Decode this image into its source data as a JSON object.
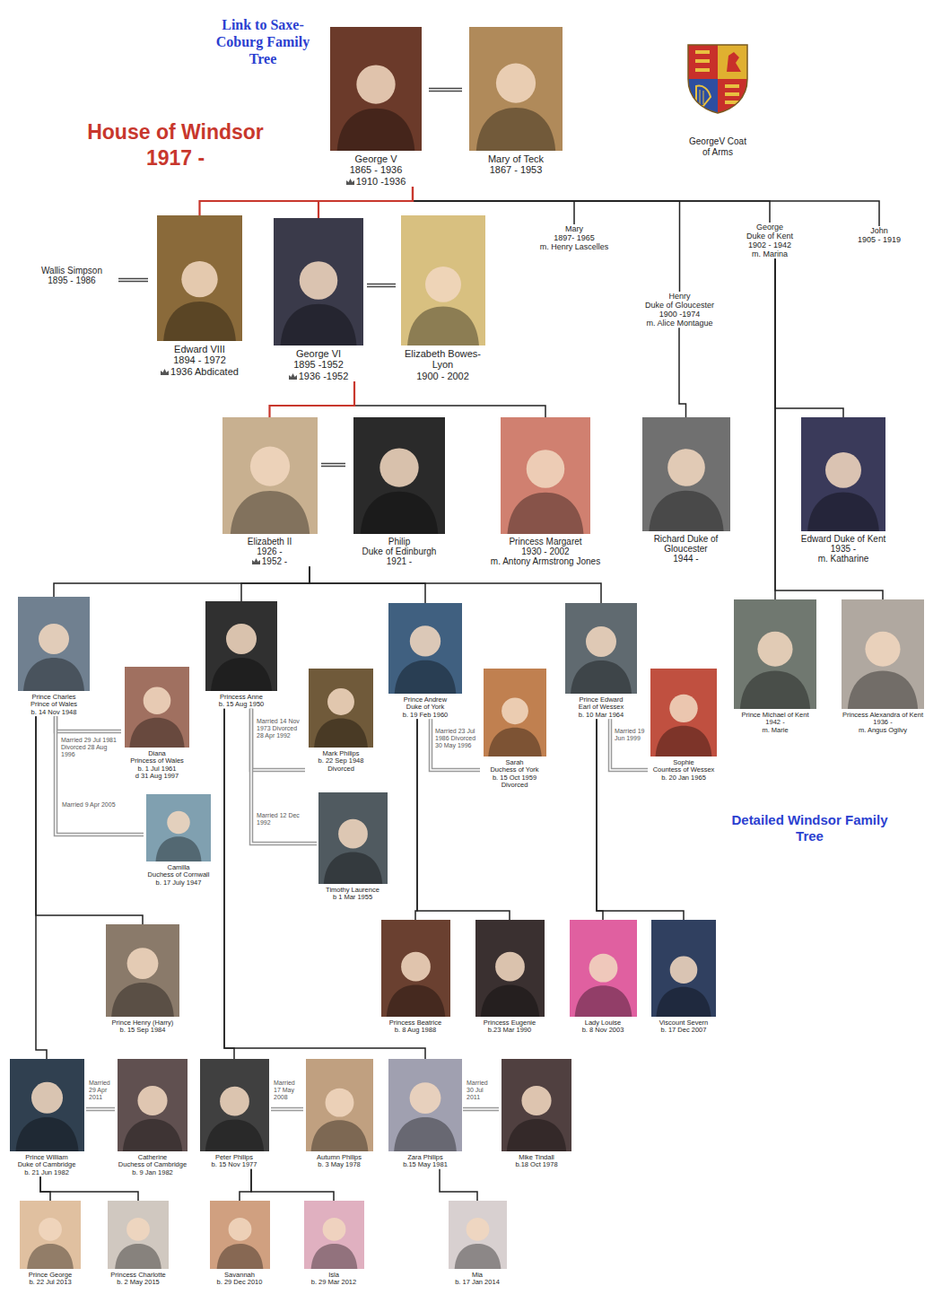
{
  "diagram": {
    "title": "House of Windsor 1917 -",
    "nodes": [
      {
        "text": [
          "George V",
          "1865 - 1936",
          "1910 -1936"
        ]
      },
      {
        "text": [
          "Mary of Teck",
          "1867 - 1953"
        ]
      },
      {
        "text": [
          "Wallis Simpson",
          "1895 - 1986"
        ]
      },
      {
        "text": [
          "Edward VIII",
          "1894 - 1972",
          "1936 Abdicated"
        ]
      },
      {
        "text": [
          "George VI",
          "1895 -1952",
          "1936 -1952"
        ]
      },
      {
        "text": [
          "Elizabeth Bowes-Lyon",
          "1900 - 2002"
        ]
      },
      {
        "text": [
          "Mary",
          "1897- 1965",
          "m. Henry Lascelles"
        ]
      },
      {
        "text": [
          "Henry",
          "Duke of Gloucester",
          "1900 -1974",
          "m. Alice Montague"
        ]
      },
      {
        "text": [
          "George",
          "Duke of Kent",
          "1902 - 1942",
          "m. Marina"
        ]
      },
      {
        "text": [
          "John",
          "1905 - 1919"
        ]
      },
      {
        "text": [
          "Elizabeth II",
          "1926 -",
          "1952 -"
        ]
      },
      {
        "text": [
          "Philip",
          "Duke of Edinburgh",
          "1921 -"
        ]
      },
      {
        "text": [
          "Princess Margaret",
          "1930 - 2002",
          "m. Antony Armstrong Jones"
        ]
      },
      {
        "text": [
          "Richard Duke of Gloucester",
          "1944 -"
        ]
      },
      {
        "text": [
          "Edward Duke of Kent",
          "1935 -",
          "m. Katharine"
        ]
      },
      {
        "text": [
          "Prince Charles",
          "Prince of Wales",
          "b. 14 Nov 1948"
        ]
      },
      {
        "text": [
          "Diana",
          "Princess of Wales",
          "b. 1 Jul 1961",
          "d 31 Aug 1997"
        ]
      },
      {
        "text": [
          "Princess Anne",
          "b. 15 Aug 1950"
        ]
      },
      {
        "text": [
          "Mark Philips",
          "b. 22 Sep 1948",
          "Divorced"
        ]
      },
      {
        "text": [
          "Prince Andrew",
          "Duke of York",
          "b. 19 Feb 1960"
        ]
      },
      {
        "text": [
          "Sarah",
          "Duchess of York",
          "b. 15 Oct 1959",
          "Divorced"
        ]
      },
      {
        "text": [
          "Prince Edward",
          "Earl of Wessex",
          "b. 10 Mar 1964"
        ]
      },
      {
        "text": [
          "Sophie",
          "Countess of Wessex",
          "b. 20 Jan 1965"
        ]
      },
      {
        "text": [
          "Prince Michael of Kent",
          "1942 -",
          "m. Marie"
        ]
      },
      {
        "text": [
          "Princess Alexandra of Kent",
          "1936 -",
          "m. Angus Ogilvy"
        ]
      },
      {
        "text": [
          "Camilla",
          "Duchess of Cornwall",
          "b. 17 July 1947"
        ]
      },
      {
        "text": [
          "Timothy Laurence",
          "b 1 Mar 1955"
        ]
      },
      {
        "text": [
          "Prince Henry (Harry)",
          "b. 15 Sep 1984"
        ]
      },
      {
        "text": [
          "Princess Beatrice",
          "b. 8 Aug 1988"
        ]
      },
      {
        "text": [
          "Princess Eugenie",
          "b.23 Mar 1990"
        ]
      },
      {
        "text": [
          "Lady Louise",
          "b. 8 Nov 2003"
        ]
      },
      {
        "text": [
          "Viscount Severn",
          "b. 17 Dec 2007"
        ]
      },
      {
        "text": [
          "Prince William",
          "Duke of Cambridge",
          "b. 21 Jun 1982"
        ]
      },
      {
        "text": [
          "Catherine",
          "Duchess of Cambridge",
          "b. 9 Jan 1982"
        ]
      },
      {
        "text": [
          "Peter Philips",
          "b. 15 Nov 1977"
        ]
      },
      {
        "text": [
          "Autumn Philips",
          "b. 3 May 1978"
        ]
      },
      {
        "text": [
          "Zara Philips",
          "b.15 May 1981"
        ]
      },
      {
        "text": [
          "Mike Tindall",
          "b.18 Oct 1978"
        ]
      },
      {
        "text": [
          "Prince George",
          "b. 22 Jul 2013"
        ]
      },
      {
        "text": [
          "Princess Charlotte",
          "b. 2 May 2015"
        ]
      },
      {
        "text": [
          "Savannah",
          "b. 29 Dec 2010"
        ]
      },
      {
        "text": [
          "Isla",
          "b. 29 Mar 2012"
        ]
      },
      {
        "text": [
          "Mia",
          "b. 17 Jan 2014"
        ]
      }
    ],
    "edges": [
      {
        "from": 0,
        "to": 1,
        "arrow": "none"
      },
      {
        "from": 0,
        "to": 3,
        "arrow": "none"
      },
      {
        "from": 0,
        "to": 4,
        "arrow": "none"
      },
      {
        "from": 0,
        "to": 6,
        "arrow": "none"
      },
      {
        "from": 0,
        "to": 7,
        "arrow": "none"
      },
      {
        "from": 0,
        "to": 8,
        "arrow": "none"
      },
      {
        "from": 0,
        "to": 9,
        "arrow": "none"
      },
      {
        "from": 2,
        "to": 3,
        "arrow": "none"
      },
      {
        "from": 4,
        "to": 5,
        "arrow": "none"
      },
      {
        "from": 4,
        "to": 10,
        "arrow": "none"
      },
      {
        "from": 4,
        "to": 12,
        "arrow": "none"
      },
      {
        "from": 7,
        "to": 13,
        "arrow": "none"
      },
      {
        "from": 8,
        "to": 14,
        "arrow": "none"
      },
      {
        "from": 8,
        "to": 23,
        "arrow": "none"
      },
      {
        "from": 8,
        "to": 24,
        "arrow": "none"
      },
      {
        "from": 10,
        "to": 11,
        "arrow": "none"
      },
      {
        "from": 10,
        "to": 15,
        "arrow": "none"
      },
      {
        "from": 10,
        "to": 17,
        "arrow": "none"
      },
      {
        "from": 10,
        "to": 19,
        "arrow": "none"
      },
      {
        "from": 10,
        "to": 21,
        "arrow": "none"
      },
      {
        "from": 15,
        "to": 16,
        "arrow": "none",
        "label": "Married 29 Jul 1981 Divorced 28 Aug 1996"
      },
      {
        "from": 15,
        "to": 25,
        "arrow": "none",
        "label": "Married 9 Apr 2005"
      },
      {
        "from": 17,
        "to": 18,
        "arrow": "none",
        "label": "Married 14 Nov 1973 Divorced 28 Apr 1992"
      },
      {
        "from": 17,
        "to": 26,
        "arrow": "none",
        "label": "Married 12 Dec 1992"
      },
      {
        "from": 19,
        "to": 20,
        "arrow": "none",
        "label": "Married 23 Jul 1986 Divorced 30 May 1996"
      },
      {
        "from": 21,
        "to": 22,
        "arrow": "none",
        "label": "Married 19 Jun 1999"
      },
      {
        "from": 15,
        "to": 27,
        "arrow": "none"
      },
      {
        "from": 15,
        "to": 32,
        "arrow": "none"
      },
      {
        "from": 19,
        "to": 28,
        "arrow": "none"
      },
      {
        "from": 19,
        "to": 29,
        "arrow": "none"
      },
      {
        "from": 21,
        "to": 30,
        "arrow": "none"
      },
      {
        "from": 21,
        "to": 31,
        "arrow": "none"
      },
      {
        "from": 17,
        "to": 34,
        "arrow": "none"
      },
      {
        "from": 17,
        "to": 36,
        "arrow": "none"
      },
      {
        "from": 32,
        "to": 33,
        "arrow": "none",
        "label": "Married 29 Apr 2011"
      },
      {
        "from": 34,
        "to": 35,
        "arrow": "none",
        "label": "Married 17 May 2008"
      },
      {
        "from": 36,
        "to": 37,
        "arrow": "none",
        "label": "Married 30 Jul 2011"
      },
      {
        "from": 32,
        "to": 38,
        "arrow": "none"
      },
      {
        "from": 32,
        "to": 39,
        "arrow": "none"
      },
      {
        "from": 34,
        "to": 40,
        "arrow": "none"
      },
      {
        "from": 34,
        "to": 41,
        "arrow": "none"
      },
      {
        "from": 36,
        "to": 42,
        "arrow": "none"
      }
    ],
    "labels": [
      "Link to Saxe-Coburg Family Tree",
      "GeorgeV Coat of Arms",
      "Detailed Windsor Family Tree"
    ]
  }
}
